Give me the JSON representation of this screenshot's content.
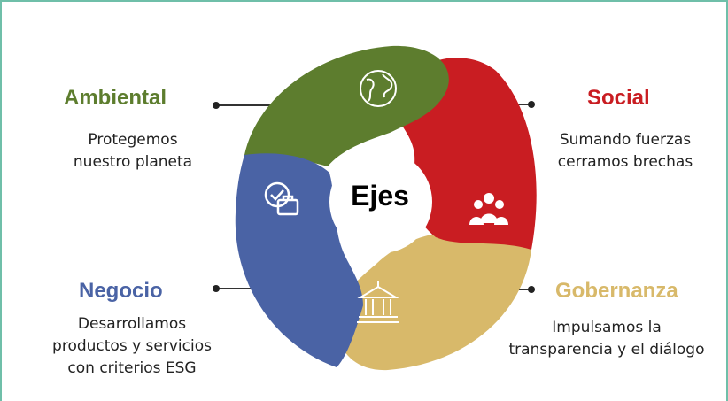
{
  "center": {
    "label": "Ejes"
  },
  "axes": {
    "ambiental": {
      "title": "Ambiental",
      "description_lines": [
        "Protegemos",
        "nuestro planeta"
      ],
      "color": "#5d7d2e"
    },
    "social": {
      "title": "Social",
      "description_lines": [
        "Sumando fuerzas",
        "cerramos brechas"
      ],
      "color": "#c91d22"
    },
    "negocio": {
      "title": "Negocio",
      "description_lines": [
        "Desarrollamos",
        "productos y servicios",
        "con criterios ESG"
      ],
      "color": "#4a63a5"
    },
    "gobernanza": {
      "title": "Gobernanza",
      "description_lines": [
        "Impulsamos la",
        "transparencia y el diálogo"
      ],
      "color": "#d8b96a"
    }
  },
  "icons": {
    "ambiental": "globe-icon",
    "social": "people-group-icon",
    "negocio": "gear-check-briefcase-icon",
    "gobernanza": "government-building-icon"
  }
}
